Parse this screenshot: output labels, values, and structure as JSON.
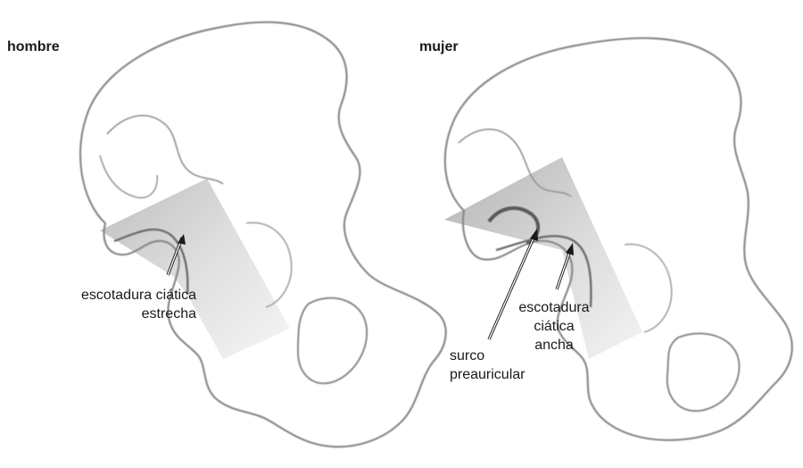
{
  "panels": {
    "left": {
      "title": "hombre",
      "notch_label": {
        "line1": "escotadura ciática",
        "line2": "estrecha"
      }
    },
    "right": {
      "title": "mujer",
      "groove_label": {
        "line1": "surco",
        "line2": "preauricular"
      },
      "notch_label": {
        "line1": "escotadura",
        "line2": "ciática",
        "line3": "ancha"
      }
    }
  },
  "colors": {
    "outline": "#8a8a8a",
    "shade_dark": "#9c9c9c",
    "shade_light": "#e6e6e6",
    "text": "#1a1a1a"
  }
}
